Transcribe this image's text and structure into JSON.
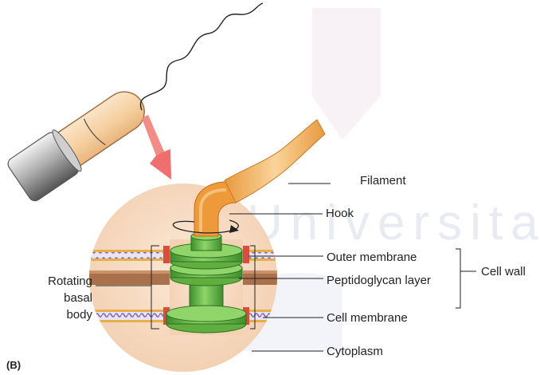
{
  "panel_label": "(B)",
  "watermark": "Universitas",
  "labels": {
    "filament": "Filament",
    "hook": "Hook",
    "outer_membrane": "Outer membrane",
    "cell_wall": "Cell wall",
    "peptidoglycan": "Peptidoglycan layer",
    "cell_membrane": "Cell membrane",
    "cytoplasm": "Cytoplasm",
    "rotating_basal_body": [
      "Rotating",
      "basal",
      "body"
    ]
  },
  "colors": {
    "filament": "#f2b565",
    "hook": "#ee9a3a",
    "basal_body": "#6cc04a",
    "magnifier_circle": "#f7dcc4",
    "zoom_arrow": "#ef6e6e",
    "peptidoglycan": "#a8714b",
    "membrane_wave": "#7b68b5",
    "membrane_band": "#e3b04b"
  }
}
